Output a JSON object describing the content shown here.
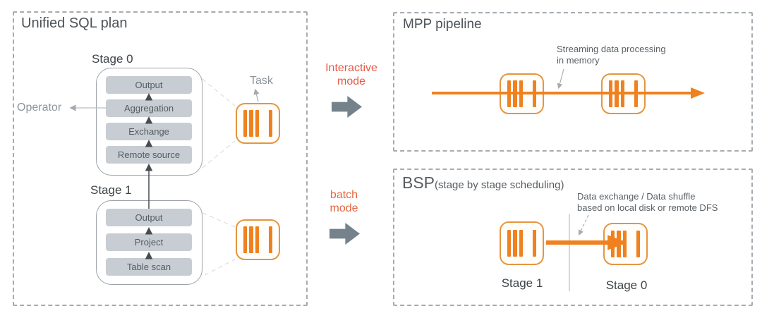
{
  "palette": {
    "orange_bar": "#f0811f",
    "orange_icon_border": "#e6953f",
    "interactive_text": "#e75744",
    "batch_text": "#e7663e",
    "gray_block_arrow": "#75828c",
    "operator_box_bg": "#c7cdd2",
    "dashed_border": "#a6acb1"
  },
  "left_panel": {
    "title": "Unified SQL plan",
    "operator_label": "Operator",
    "task_label": "Task",
    "stage0": {
      "label": "Stage 0",
      "operators": [
        "Output",
        "Aggregation",
        "Exchange",
        "Remote source"
      ]
    },
    "stage1": {
      "label": "Stage 1",
      "operators": [
        "Output",
        "Project",
        "Table scan"
      ]
    }
  },
  "modes": {
    "interactive": {
      "line1": "Interactive",
      "line2": "mode"
    },
    "batch": {
      "line1": "batch",
      "line2": "mode"
    }
  },
  "mpp_panel": {
    "title": "MPP pipeline",
    "annotation": {
      "line1": "Streaming data processing",
      "line2": "in memory"
    }
  },
  "bsp_panel": {
    "title": "BSP",
    "subtitle": "(stage by stage scheduling)",
    "annotation": {
      "line1": "Data exchange / Data shuffle",
      "line2": "based on local disk or remote DFS"
    },
    "stage1_label": "Stage 1",
    "stage0_label": "Stage 0"
  }
}
